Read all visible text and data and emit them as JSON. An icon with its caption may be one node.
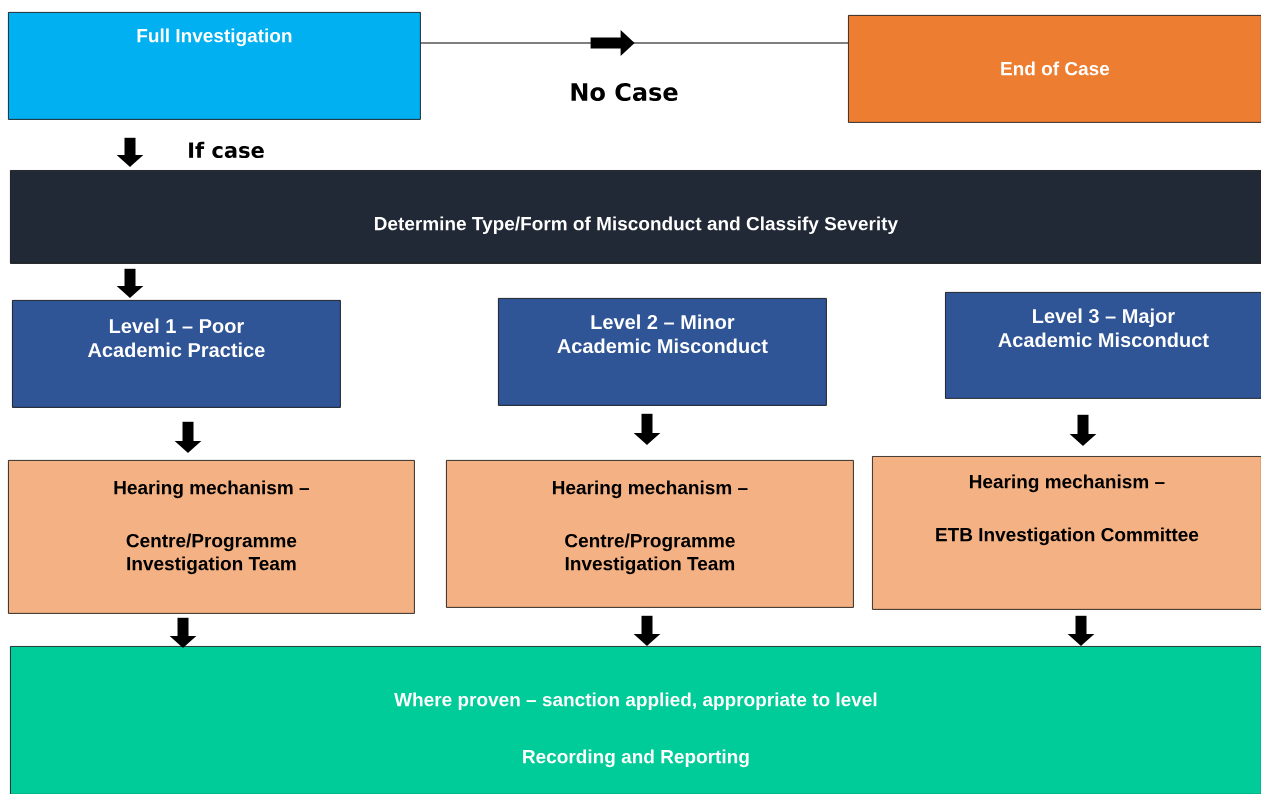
{
  "diagram": {
    "nodes": [
      {
        "text": [
          "Full Investigation"
        ]
      },
      {
        "text": [
          "End of Case"
        ]
      },
      {
        "text": [
          "Determine Type/Form of Misconduct and Classify Severity"
        ]
      },
      {
        "text": [
          "Level 1 – Poor Academic Practice"
        ]
      },
      {
        "text": [
          "Level 2  – Minor Academic Misconduct"
        ]
      },
      {
        "text": [
          "Level 3 –  Major Academic Misconduct"
        ]
      },
      {
        "text": [
          "Hearing mechanism –",
          "Centre/Programme Investigation Team"
        ]
      },
      {
        "text": [
          "Hearing mechanism –",
          "Centre/Programme Investigation Team"
        ]
      },
      {
        "text": [
          "Hearing mechanism –",
          "ETB Investigation Committee"
        ]
      },
      {
        "text": [
          "Where proven – sanction applied, appropriate to level",
          "Recording and Reporting"
        ]
      }
    ],
    "edges": [
      {
        "from": 0,
        "to": 1,
        "arrow": "to",
        "label": "No Case"
      },
      {
        "from": 0,
        "to": 2,
        "arrow": "to",
        "label": "If case"
      },
      {
        "from": 2,
        "to": 3,
        "arrow": "to"
      },
      {
        "from": 3,
        "to": 6,
        "arrow": "to"
      },
      {
        "from": 4,
        "to": 7,
        "arrow": "to"
      },
      {
        "from": 5,
        "to": 8,
        "arrow": "to"
      },
      {
        "from": 6,
        "to": 9,
        "arrow": "to"
      },
      {
        "from": 7,
        "to": 9,
        "arrow": "to"
      },
      {
        "from": 8,
        "to": 9,
        "arrow": "to"
      }
    ]
  }
}
